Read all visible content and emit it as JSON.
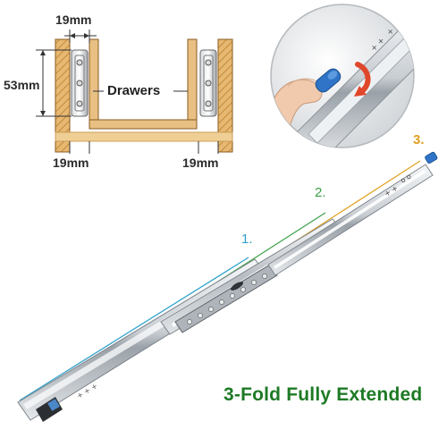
{
  "diagram": {
    "dim_top": "19mm",
    "dim_height": "53mm",
    "dim_bottom_left": "19mm",
    "dim_bottom_right": "19mm",
    "drawers_label": "Drawers"
  },
  "extension_steps": {
    "step1": "1.",
    "step2": "2.",
    "step3": "3."
  },
  "caption": "3-Fold Fully Extended",
  "colors": {
    "wood": "#e4b46e",
    "wood_hatch": "#c8903f",
    "step1": "#2aa0c9",
    "step2": "#3aa047",
    "step3": "#e0a020",
    "caption": "#1e7a25",
    "release_lever": "#2f74c6",
    "rotate_arrow": "#e0472a"
  },
  "icons": [
    "release-lever-icon",
    "rotate-arrow-icon",
    "ball-bearing-icon"
  ]
}
